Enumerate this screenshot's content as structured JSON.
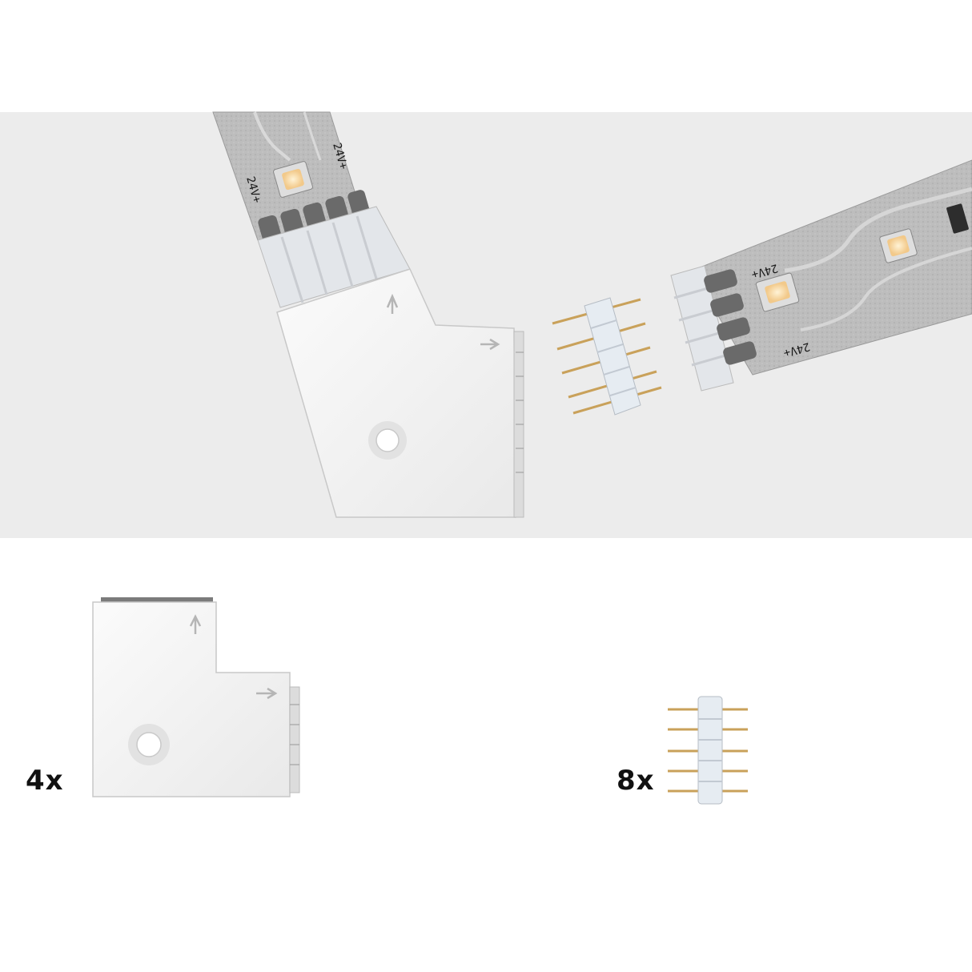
{
  "image": {
    "strip_label": "24V+",
    "colors": {
      "photo_background": "#ececec",
      "page_background": "#ffffff",
      "strip_silver": "#b9b9b9",
      "connector_white": "#f5f5f5",
      "pin_gold": "#c9a15a",
      "led_warm": "#f7d8a0"
    }
  },
  "contents": {
    "corner_connector": {
      "quantity": "4x",
      "icon": "l-corner-connector-icon"
    },
    "pin_connector": {
      "quantity": "8x",
      "icon": "five-pin-connector-icon"
    }
  }
}
